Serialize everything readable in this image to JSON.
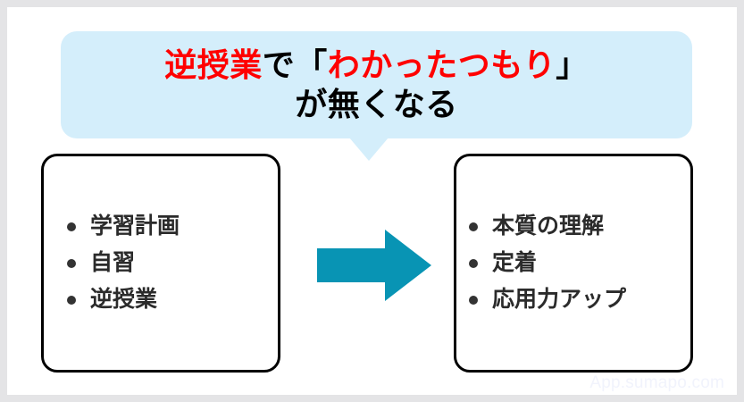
{
  "figure": {
    "headline": {
      "line1_red": "逆授業",
      "line1_mid": "で「",
      "line1_red2": "わかったつもり",
      "line1_end": "」",
      "line2": "が無くなる"
    },
    "left_panel": {
      "items": [
        {
          "label": "学習計画"
        },
        {
          "label": "自習"
        },
        {
          "label": "逆授業"
        }
      ]
    },
    "right_panel": {
      "items": [
        {
          "label": "本質の理解"
        },
        {
          "label": "定着"
        },
        {
          "label": "応用力アップ"
        }
      ]
    },
    "arrow": {
      "icon": "right-arrow-icon",
      "color": "#0894b4"
    },
    "watermark": "App.sumapo.com",
    "colors": {
      "bubble_background": "#d4eefb",
      "accent_red": "#ff0000",
      "arrow_teal": "#0894b4",
      "box_border": "#000000",
      "page_border": "#e4e4e6",
      "bullet": "#333333",
      "watermark": "#f1f3fc"
    }
  }
}
